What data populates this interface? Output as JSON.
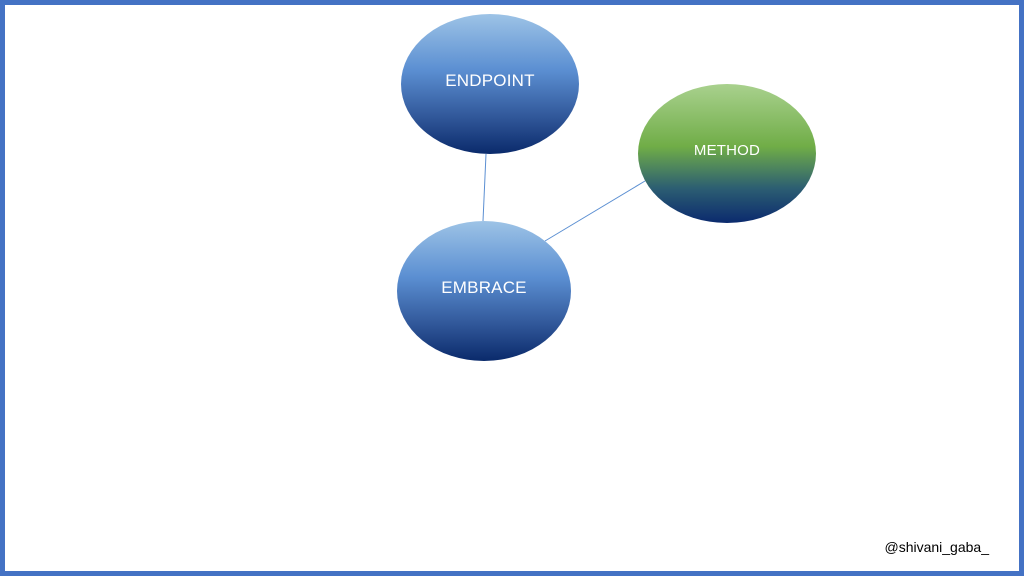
{
  "diagram": {
    "nodes": [
      {
        "id": "endpoint",
        "label": "ENDPOINT",
        "color": "#2f5597"
      },
      {
        "id": "embrace",
        "label": "EMBRACE",
        "color": "#2f5597"
      },
      {
        "id": "method",
        "label": "METHOD",
        "color": "#70ad47"
      }
    ],
    "edges": [
      {
        "from": "endpoint",
        "to": "embrace"
      },
      {
        "from": "method",
        "to": "embrace"
      }
    ],
    "edge_color": "#5b8fd2",
    "frame_color": "#4472c4"
  },
  "footer": {
    "handle": "@shivani_gaba_"
  }
}
